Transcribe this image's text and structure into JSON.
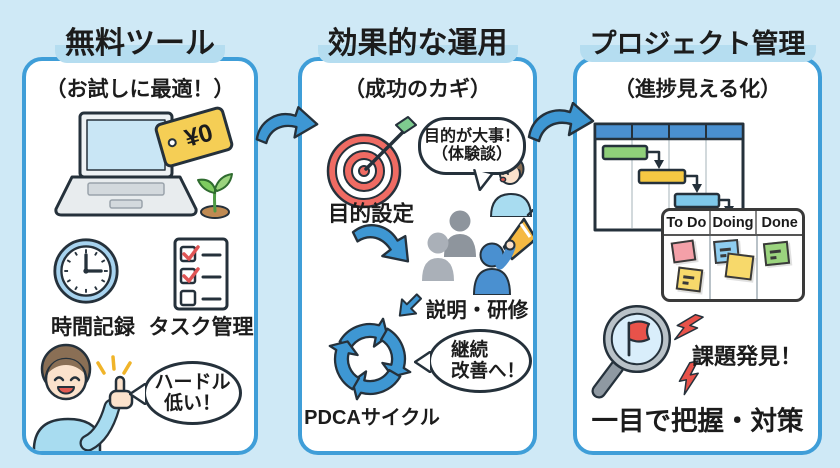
{
  "colors": {
    "background": "#cfe9f6",
    "panel_bg": "#ffffff",
    "panel_border": "#3f9ed8",
    "title_highlight": "#b5ddf0",
    "ink": "#25313b",
    "arrow_blue": "#3e97d3",
    "accent_red": "#ef6b63",
    "accent_yellow": "#f5ce55",
    "accent_green": "#8fcf7a",
    "accent_skyblue": "#7ec8ea",
    "shirt_blue": "#a8dcf0",
    "people_gray": "#9aa2aa",
    "gantt_header": "#4a90d0"
  },
  "icons": {
    "laptop-icon": "laptop with price tag",
    "sprout-icon": "small plant sprout",
    "clock-icon": "analog clock",
    "checklist-icon": "task checklist with red checks",
    "person-thumbs-up-icon": "smiling person giving thumbs up",
    "flow-arrow-icon": "blue curved arrow",
    "target-icon": "dartboard with arrow",
    "person-talking-icon": "small person sharing experience",
    "people-megaphone-icon": "group with megaphone",
    "pdca-cycle-icon": "four circular arrows",
    "gantt-chart-icon": "gantt chart with linked bars",
    "kanban-board-icon": "kanban board with sticky notes",
    "magnifier-flag-icon": "magnifying glass over red flag",
    "lightning-icon": "red alert bolts"
  },
  "panels": [
    {
      "title": "無料ツール",
      "subtitle": "（お試しに最適！）",
      "price_tag": "¥0",
      "label_time": "時間記録",
      "label_task": "タスク管理",
      "bubble": [
        "ハードル",
        "低い！"
      ]
    },
    {
      "title": "効果的な運用",
      "subtitle": "（成功のカギ）",
      "step_goal": "目的設定",
      "bubble_experience": [
        "目的が大事！",
        "（体験談）"
      ],
      "step_training": "説明・研修",
      "bubble_improve": [
        "継続",
        "改善へ！"
      ],
      "step_pdca": "PDCAサイクル"
    },
    {
      "title": "プロジェクト管理",
      "subtitle": "（進捗見える化）",
      "kanban": [
        "To Do",
        "Doing",
        "Done"
      ],
      "callout": "課題発見！",
      "bottom": "一目で把握・対策"
    }
  ]
}
